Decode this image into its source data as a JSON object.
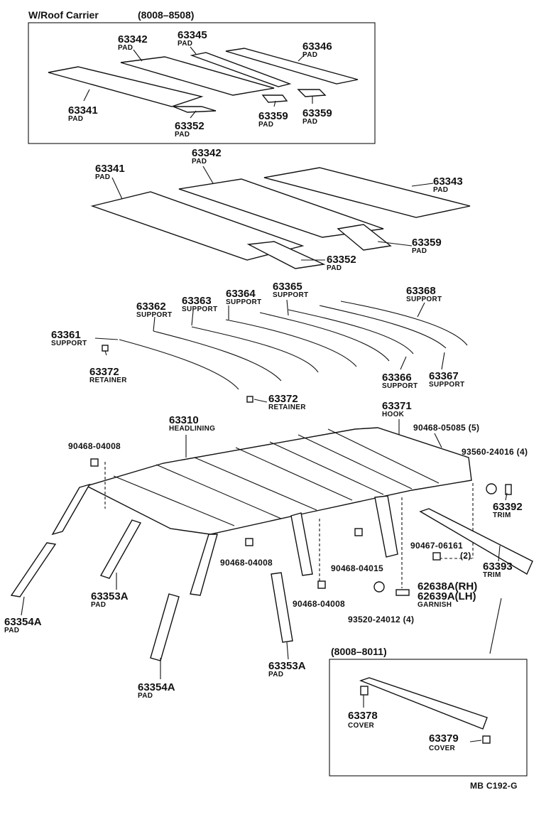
{
  "diagram": {
    "inset_top": {
      "title": "W/Roof Carrier",
      "range": "(8008–8508)"
    },
    "inset_bottom": {
      "range": "(8008–8011)"
    },
    "footer": "MB  C192-G",
    "labels": {
      "t63342": {
        "num": "63342",
        "desc": "PAD"
      },
      "t63345": {
        "num": "63345",
        "desc": "PAD"
      },
      "t63346": {
        "num": "63346",
        "desc": "PAD"
      },
      "t63341": {
        "num": "63341",
        "desc": "PAD"
      },
      "t63352": {
        "num": "63352",
        "desc": "PAD"
      },
      "t63359a": {
        "num": "63359",
        "desc": "PAD"
      },
      "t63359b": {
        "num": "63359",
        "desc": "PAD"
      },
      "m63342": {
        "num": "63342",
        "desc": "PAD"
      },
      "m63341": {
        "num": "63341",
        "desc": "PAD"
      },
      "m63343": {
        "num": "63343",
        "desc": "PAD"
      },
      "m63359": {
        "num": "63359",
        "desc": "PAD"
      },
      "m63352": {
        "num": "63352",
        "desc": "PAD"
      },
      "s63365": {
        "num": "63365",
        "desc": "SUPPORT"
      },
      "s63364": {
        "num": "63364",
        "desc": "SUPPORT"
      },
      "s63363": {
        "num": "63363",
        "desc": "SUPPORT"
      },
      "s63362": {
        "num": "63362",
        "desc": "SUPPORT"
      },
      "s63368": {
        "num": "63368",
        "desc": "SUPPORT"
      },
      "s63361": {
        "num": "63361",
        "desc": "SUPPORT"
      },
      "s63372a": {
        "num": "63372",
        "desc": "RETAINER"
      },
      "s63366": {
        "num": "63366",
        "desc": "SUPPORT"
      },
      "s63367": {
        "num": "63367",
        "desc": "SUPPORT"
      },
      "s63372b": {
        "num": "63372",
        "desc": "RETAINER"
      },
      "h63371": {
        "num": "63371",
        "desc": "HOOK"
      },
      "h63310": {
        "num": "63310",
        "desc": "HEADLINING"
      },
      "h90468_05085": {
        "num": "90468-05085 (5)",
        "desc": ""
      },
      "h90468_04008a": {
        "num": "90468-04008",
        "desc": ""
      },
      "h93560": {
        "num": "93560-24016 (4)",
        "desc": ""
      },
      "h63392": {
        "num": "63392",
        "desc": "TRIM"
      },
      "h90467": {
        "num": "90467-06161",
        "desc": "(2)"
      },
      "h63393": {
        "num": "63393",
        "desc": "TRIM"
      },
      "h90468_04008b": {
        "num": "90468-04008",
        "desc": ""
      },
      "h90468_04015": {
        "num": "90468-04015",
        "desc": ""
      },
      "h62638": {
        "num": "62638A(RH)",
        "desc": ""
      },
      "h62639": {
        "num": "62639A(LH)",
        "desc": "GARNISH"
      },
      "h90468_04008c": {
        "num": "90468-04008",
        "desc": ""
      },
      "h93520": {
        "num": "93520-24012 (4)",
        "desc": ""
      },
      "p63354a1": {
        "num": "63354A",
        "desc": "PAD"
      },
      "p63353a1": {
        "num": "63353A",
        "desc": "PAD"
      },
      "p63353a2": {
        "num": "63353A",
        "desc": "PAD"
      },
      "p63354a2": {
        "num": "63354A",
        "desc": "PAD"
      },
      "c63378": {
        "num": "63378",
        "desc": "COVER"
      },
      "c63379": {
        "num": "63379",
        "desc": "COVER"
      }
    }
  }
}
